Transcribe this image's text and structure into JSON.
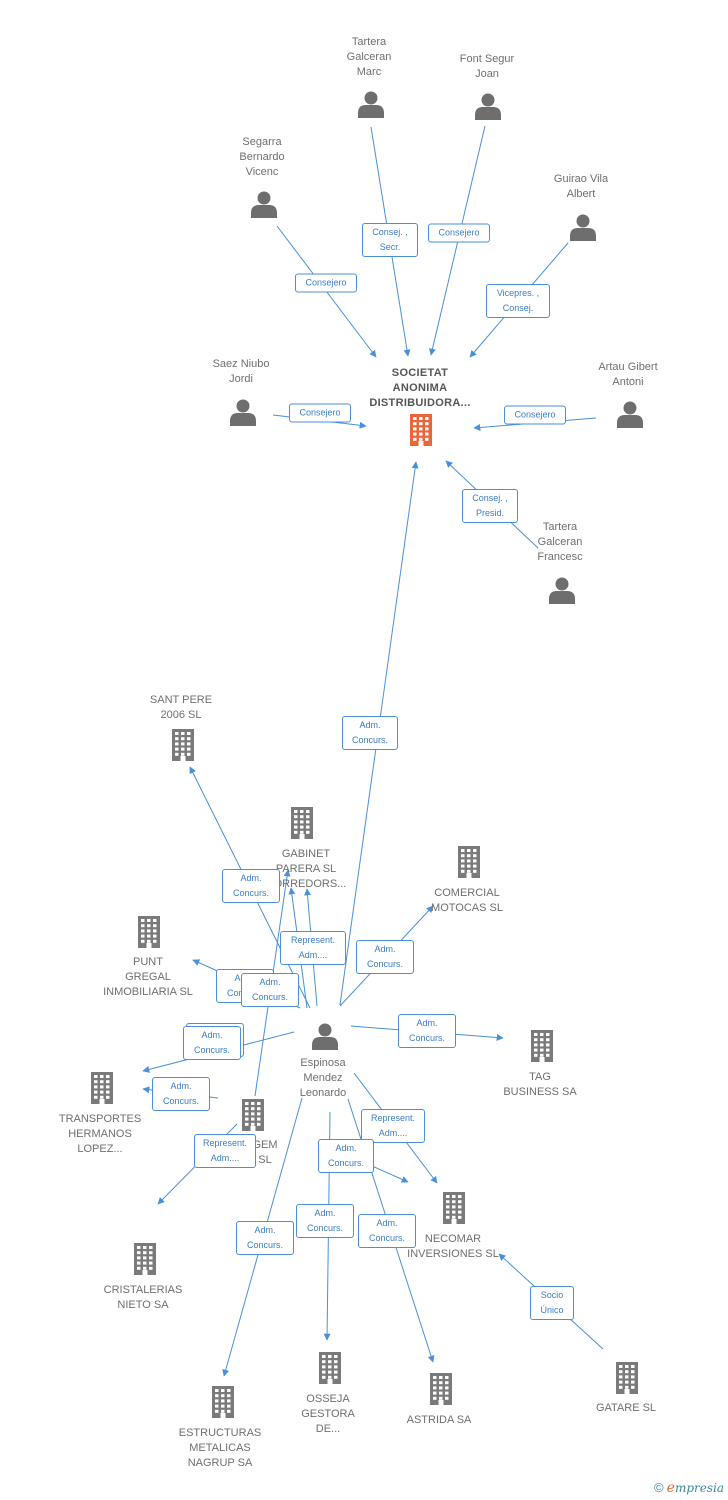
{
  "center": {
    "label": "SOCIETAT\nANONIMA\nDISTRIBUIDORA...",
    "icon": "building-icon",
    "color": "#e8663a"
  },
  "people": [
    {
      "id": "tartera-marc",
      "label": "Tartera\nGalceran\nMarc"
    },
    {
      "id": "font-segur",
      "label": "Font Segur\nJoan"
    },
    {
      "id": "segarra",
      "label": "Segarra\nBernardo\nVicenc"
    },
    {
      "id": "guirao",
      "label": "Guirao Vila\nAlbert"
    },
    {
      "id": "saez",
      "label": "Saez Niubo\nJordi"
    },
    {
      "id": "artau",
      "label": "Artau Gibert\nAntoni"
    },
    {
      "id": "tartera-francesc",
      "label": "Tartera\nGalceran\nFrancesc"
    },
    {
      "id": "espinosa",
      "label": "Espinosa\nMendez\nLeonardo"
    }
  ],
  "companies": [
    {
      "id": "sant-pere",
      "label": "SANT PERE\n2006 SL"
    },
    {
      "id": "gabinet",
      "label": "GABINET\nPARERA SL\nCORREDORS..."
    },
    {
      "id": "comercial",
      "label": "COMERCIAL\nMOTOCAS SL"
    },
    {
      "id": "punt",
      "label": "PUNT\nGREGAL\nINMOBILIARIA SL"
    },
    {
      "id": "tag",
      "label": "TAG\nBUSINESS SA"
    },
    {
      "id": "transportes",
      "label": "TRANSPORTES\nHERMANOS\nLOPEZ..."
    },
    {
      "id": "gem",
      "label": "GEM\nSL"
    },
    {
      "id": "necomar",
      "label": "NECOMAR\nINVERSIONES SL"
    },
    {
      "id": "cristalerias",
      "label": "CRISTALERIAS\nNIETO SA"
    },
    {
      "id": "osseja",
      "label": "OSSEJA\nGESTORA\nDE..."
    },
    {
      "id": "astrida",
      "label": "ASTRIDA SA"
    },
    {
      "id": "gatare",
      "label": "GATARE SL"
    },
    {
      "id": "estructuras",
      "label": "ESTRUCTURAS\nMETALICAS\nNAGRUP SA"
    }
  ],
  "relations": [
    {
      "id": "r1",
      "label": "Consej. ,\nSecr."
    },
    {
      "id": "r2",
      "label": "Consejero"
    },
    {
      "id": "r3",
      "label": "Consejero"
    },
    {
      "id": "r4",
      "label": "Vicepres. ,\nConsej."
    },
    {
      "id": "r5",
      "label": "Consejero"
    },
    {
      "id": "r6",
      "label": "Consejero"
    },
    {
      "id": "r7",
      "label": "Consej. ,\nPresid."
    },
    {
      "id": "r8",
      "label": "Adm.\nConcurs."
    },
    {
      "id": "r9",
      "label": "Adm.\nConcurs."
    },
    {
      "id": "r10",
      "label": "Represent.\nAdm...."
    },
    {
      "id": "r11",
      "label": "Adm.\nConcurs."
    },
    {
      "id": "r12",
      "label": "Represent.\nAdm...."
    },
    {
      "id": "r13",
      "label": "Adm.\nConcurs."
    },
    {
      "id": "r14",
      "label": "Adm.\nConcurs."
    },
    {
      "id": "r15",
      "label": "Adm.\nConcurs."
    },
    {
      "id": "r16",
      "label": "Adm.\nConcurs."
    },
    {
      "id": "r17",
      "label": "Represent.\nAdm...."
    },
    {
      "id": "r18",
      "label": "Represent.\nAdm...."
    },
    {
      "id": "r19",
      "label": "Adm.\nConcurs."
    },
    {
      "id": "r20",
      "label": "Adm.\nConcurs."
    },
    {
      "id": "r21",
      "label": "Adm.\nConcurs."
    },
    {
      "id": "r22",
      "label": "Adm.\nConcurs."
    },
    {
      "id": "r23",
      "label": "Adm.\nConcurs."
    },
    {
      "id": "r24",
      "label": "Socio\nÚnico"
    }
  ],
  "colors": {
    "person": "#6e6e6e",
    "company": "#7a7a7a",
    "edge": "#4a90d9",
    "center": "#e8663a"
  },
  "footer": {
    "copyright": "©",
    "brand_first": "e",
    "brand_rest": "mpresia"
  }
}
